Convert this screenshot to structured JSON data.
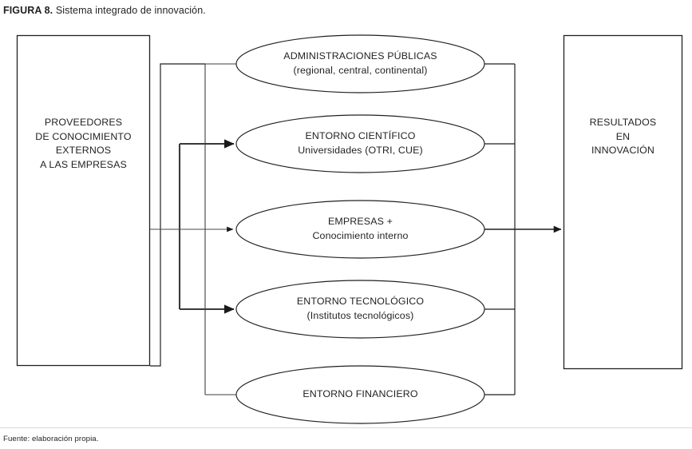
{
  "figure": {
    "label": "FIGURA 8.",
    "title": " Sistema integrado de innovación.",
    "full_title": "FIGURA 8. Sistema integrado de innovación.",
    "source_note": "Fuente: elaboración propia."
  },
  "colors": {
    "stroke": "#231f20",
    "thin_stroke": "#3f3f3f",
    "text": "#231f20",
    "background": "#ffffff",
    "rule": "#d9d9d9"
  },
  "left_box": {
    "name": "proveedores-de-conocimiento-externos",
    "lines": [
      "PROVEEDORES",
      "DE CONOCIMIENTO",
      "EXTERNOS",
      "A LAS EMPRESAS"
    ]
  },
  "right_box": {
    "name": "resultados-en-innovacion",
    "lines": [
      "RESULTADOS",
      "EN",
      "INNOVACIÓN"
    ]
  },
  "ellipses": [
    {
      "id": "administraciones-publicas",
      "lines": [
        "ADMINISTRACIONES PÚBLICAS",
        "(regional, central, continental)"
      ]
    },
    {
      "id": "entorno-cientifico",
      "lines": [
        "ENTORNO CIENTÍFICO",
        "Universidades (OTRI, CUE)"
      ]
    },
    {
      "id": "empresas-conocimiento-interno",
      "lines": [
        "EMPRESAS +",
        "Conocimiento interno"
      ]
    },
    {
      "id": "entorno-tecnologico",
      "lines": [
        "ENTORNO TECNOLÓGICO",
        "(Institutos tecnológicos)"
      ]
    },
    {
      "id": "entorno-financiero",
      "lines": [
        "ENTORNO FINANCIERO"
      ]
    }
  ],
  "connectors": {
    "left_bus_thin": "vertical bus linking ADMINISTRACIONES PÚBLICAS and ENTORNO FINANCIERO to the suppliers box",
    "left_bus_thick": "vertical bus with arrowheads into ENTORNO CIENTÍFICO and ENTORNO TECNOLÓGICO",
    "left_to_empresas": "horizontal arrow from suppliers box into EMPRESAS +",
    "right_bus": "vertical bus collecting all five ellipses",
    "right_to_results": "horizontal arrow into RESULTADOS EN INNOVACIÓN"
  }
}
